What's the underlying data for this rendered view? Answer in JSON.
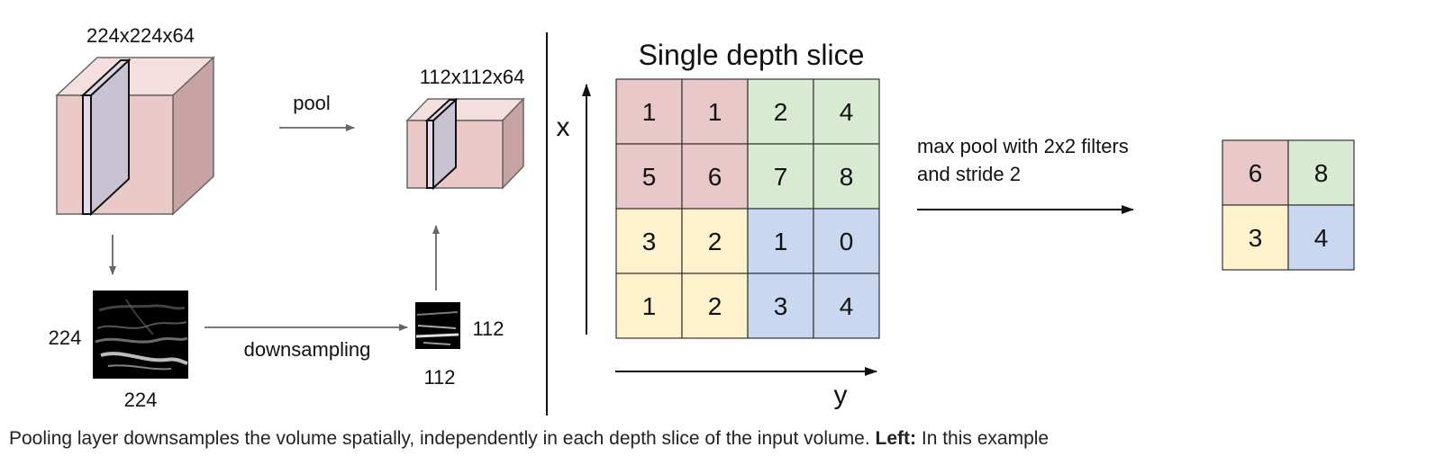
{
  "left_panel": {
    "input_volume_label": "224x224x64",
    "pool_label": "pool",
    "output_volume_label": "112x112x64",
    "input_slice_height": "224",
    "input_slice_width": "224",
    "downsampling_label": "downsampling",
    "output_slice_height": "112",
    "output_slice_width": "112"
  },
  "right_panel": {
    "title": "Single depth slice",
    "x_axis_label": "x",
    "y_axis_label": "y",
    "grid_values": [
      [
        "1",
        "1",
        "2",
        "4"
      ],
      [
        "5",
        "6",
        "7",
        "8"
      ],
      [
        "3",
        "2",
        "1",
        "0"
      ],
      [
        "1",
        "2",
        "3",
        "4"
      ]
    ],
    "operation_line1": "max pool with 2x2 filters",
    "operation_line2": "and stride 2",
    "result_values": [
      [
        "6",
        "8"
      ],
      [
        "3",
        "4"
      ]
    ],
    "quadrant_colors": {
      "top_left": "#e8c8c8",
      "top_right": "#d9ead3",
      "bottom_left": "#fdf2cc",
      "bottom_right": "#c9d8f0"
    }
  },
  "colors": {
    "volume_front": "#ecc8c8",
    "volume_top": "#f6dede",
    "volume_side": "#c9a4a4",
    "slice_fill": "#c8c0cf",
    "arrow": "#666666"
  },
  "caption": {
    "text_start": "Pooling layer downsamples the volume spatially, independently in each depth slice of the input volume.",
    "text_bold": "Left:",
    "text_end": "In this example"
  }
}
